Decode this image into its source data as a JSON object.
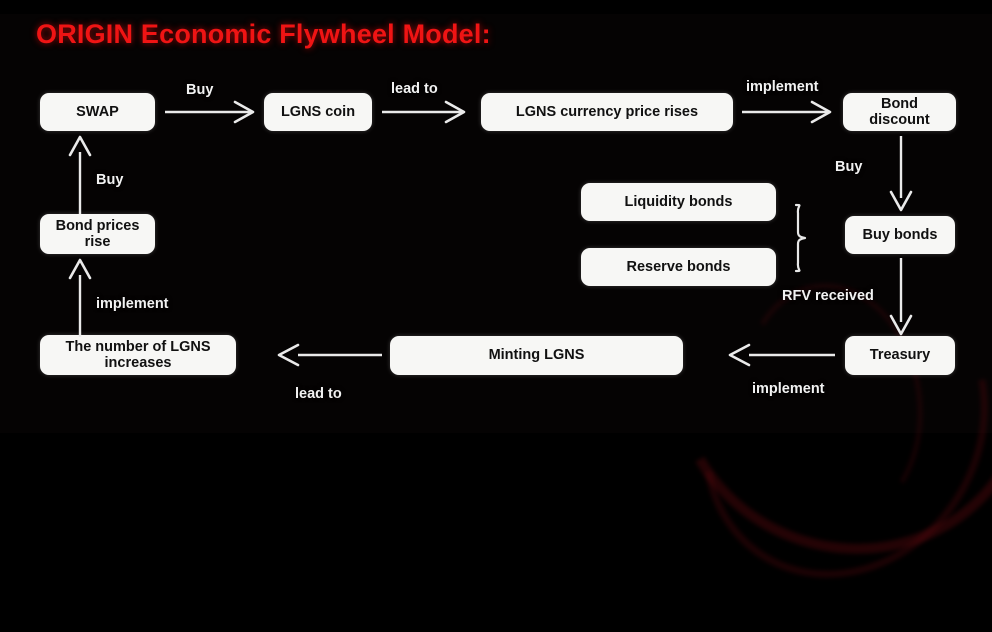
{
  "page": {
    "title": "ORIGIN Economic Flywheel Model:",
    "title_color": "#ef1414",
    "background_color": "#050303",
    "node_fill": "#f7f7f5",
    "node_text_color": "#111111",
    "arrow_color": "#eaeaea"
  },
  "nodes": [
    {
      "id": "swap",
      "label": "SWAP"
    },
    {
      "id": "lgns-coin",
      "label": "LGNS coin"
    },
    {
      "id": "price-rises",
      "label": "LGNS currency price rises"
    },
    {
      "id": "bond-discount",
      "label": "Bond discount"
    },
    {
      "id": "liquidity-bonds",
      "label": "Liquidity bonds"
    },
    {
      "id": "reserve-bonds",
      "label": "Reserve bonds"
    },
    {
      "id": "buy-bonds",
      "label": "Buy bonds"
    },
    {
      "id": "treasury",
      "label": "Treasury"
    },
    {
      "id": "minting",
      "label": "Minting LGNS"
    },
    {
      "id": "lgns-increase",
      "label": "The number of LGNS increases"
    },
    {
      "id": "bond-prices",
      "label": "Bond prices rise"
    }
  ],
  "edges": [
    {
      "id": "swap-to-coin",
      "label": "Buy",
      "from": "swap",
      "to": "lgns-coin",
      "direction": "right"
    },
    {
      "id": "coin-to-price",
      "label": "lead to",
      "from": "lgns-coin",
      "to": "price-rises",
      "direction": "right"
    },
    {
      "id": "price-to-discount",
      "label": "implement",
      "from": "price-rises",
      "to": "bond-discount",
      "direction": "right"
    },
    {
      "id": "discount-to-buybonds",
      "label": "Buy",
      "from": "bond-discount",
      "to": "buy-bonds",
      "direction": "down"
    },
    {
      "id": "buybonds-to-treasury",
      "label": "RFV received",
      "from": "buy-bonds",
      "to": "treasury",
      "direction": "down"
    },
    {
      "id": "treasury-to-minting",
      "label": "implement",
      "from": "treasury",
      "to": "minting",
      "direction": "left"
    },
    {
      "id": "minting-to-increase",
      "label": "lead to",
      "from": "minting",
      "to": "lgns-increase",
      "direction": "left"
    },
    {
      "id": "increase-to-bondprices",
      "label": "implement",
      "from": "lgns-increase",
      "to": "bond-prices",
      "direction": "up"
    },
    {
      "id": "bondprices-to-swap",
      "label": "Buy",
      "from": "bond-prices",
      "to": "swap",
      "direction": "up"
    }
  ],
  "brace": {
    "id": "bond-types-brace",
    "groups": [
      "Liquidity bonds",
      "Reserve bonds"
    ],
    "points_to": "Buy bonds"
  }
}
